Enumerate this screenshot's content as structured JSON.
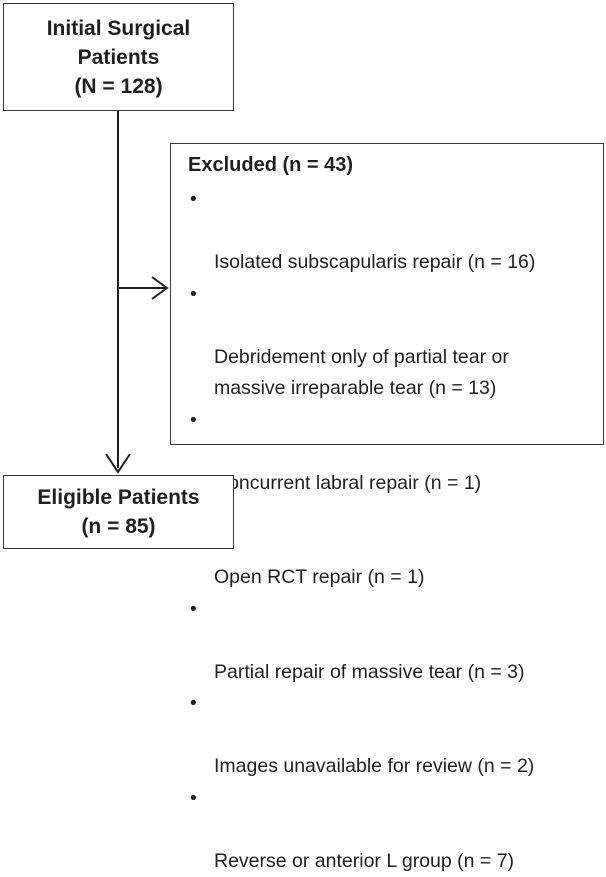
{
  "initial_box": {
    "line1": "Initial Surgical",
    "line2": "Patients",
    "line3": "(N = 128)"
  },
  "excluded_box": {
    "header": "Excluded (n = 43)",
    "items": [
      "Isolated subscapularis repair (n = 16)",
      "Debridement only of partial tear or\nmassive irreparable tear (n = 13)",
      "Concurrent labral repair (n = 1)",
      "Open RCT repair (n = 1)",
      "Partial repair of massive tear (n = 3)",
      "Images unavailable for review (n = 2)",
      "Reverse or anterior L group (n = 7)"
    ]
  },
  "eligible_box": {
    "line1": "Eligible Patients",
    "line2": "(n = 85)"
  },
  "colors": {
    "border": "#3a3a3a",
    "text": "#1f1f1f",
    "background": "#ffffff"
  }
}
